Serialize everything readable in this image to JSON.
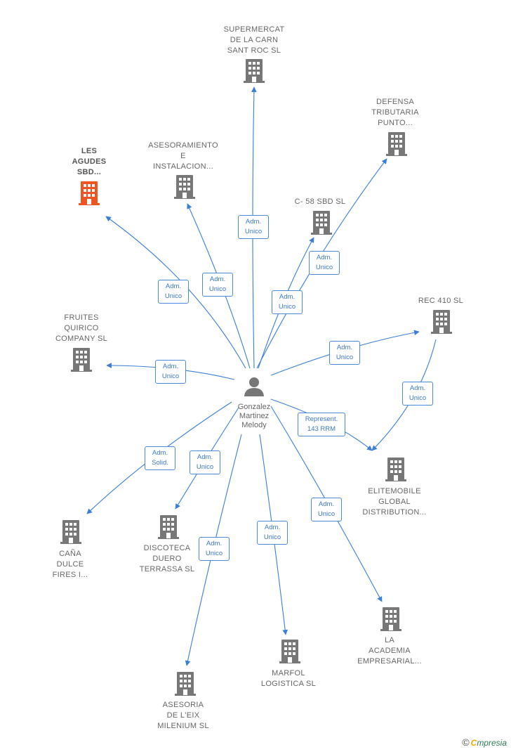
{
  "colors": {
    "building": "#777777",
    "highlight": "#ee5522",
    "edge": "#3a7fd5",
    "person": "#777777"
  },
  "center": {
    "label": "Gonzalez\nMartinez\nMelody",
    "icon": "person-icon"
  },
  "nodes": [
    {
      "id": "supermercat",
      "label": "SUPERMERCAT\nDE LA CARN\nSANT ROC  SL",
      "icon": "building-icon",
      "highlight": false
    },
    {
      "id": "defensa",
      "label": "DEFENSA\nTRIBUTARIA\nPUNTO...",
      "icon": "building-icon",
      "highlight": false
    },
    {
      "id": "les-agudes",
      "label": "LES\nAGUDES\nSBD...",
      "icon": "building-icon",
      "highlight": true
    },
    {
      "id": "asesoramiento",
      "label": "ASESORAMIENTO\nE\nINSTALACION...",
      "icon": "building-icon",
      "highlight": false
    },
    {
      "id": "c58",
      "label": "C- 58 SBD SL",
      "icon": "building-icon",
      "highlight": false
    },
    {
      "id": "rec410",
      "label": "REC 410 SL",
      "icon": "building-icon",
      "highlight": false
    },
    {
      "id": "fruites",
      "label": "FRUITES\nQUIRICO\nCOMPANY  SL",
      "icon": "building-icon",
      "highlight": false
    },
    {
      "id": "elitemobile",
      "label": "ELITEMOBILE\nGLOBAL\nDISTRIBUTION...",
      "icon": "building-icon",
      "highlight": false
    },
    {
      "id": "cana",
      "label": "CAÑA\nDULCE\nFIRES I...",
      "icon": "building-icon",
      "highlight": false
    },
    {
      "id": "discoteca",
      "label": "DISCOTECA\nDUERO\nTERRASSA  SL",
      "icon": "building-icon",
      "highlight": false
    },
    {
      "id": "la-academia",
      "label": "LA\nACADEMIA\nEMPRESARIAL...",
      "icon": "building-icon",
      "highlight": false
    },
    {
      "id": "marfol",
      "label": "MARFOL\nLOGISTICA  SL",
      "icon": "building-icon",
      "highlight": false
    },
    {
      "id": "asesoria",
      "label": "ASESORIA\nDE L'EIX\nMILENIUM SL",
      "icon": "building-icon",
      "highlight": false
    }
  ],
  "edges": [
    {
      "to": "supermercat",
      "label": "Adm.\nUnico"
    },
    {
      "to": "defensa",
      "label": "Adm.\nUnico"
    },
    {
      "to": "les-agudes",
      "label": "Adm.\nUnico"
    },
    {
      "to": "asesoramiento",
      "label": "Adm.\nUnico"
    },
    {
      "to": "c58",
      "label": "Adm.\nUnico"
    },
    {
      "to": "rec410",
      "label": "Adm.\nUnico"
    },
    {
      "to": "fruites",
      "label": "Adm.\nUnico"
    },
    {
      "to": "elitemobile",
      "label": "Represent.\n143 RRM"
    },
    {
      "from": "rec410",
      "to": "elitemobile",
      "label": "Adm.\nUnico"
    },
    {
      "to": "cana",
      "label": "Adm.\nSolid."
    },
    {
      "to": "discoteca",
      "label": "Adm.\nUnico"
    },
    {
      "to": "la-academia",
      "label": "Adm.\nUnico"
    },
    {
      "to": "marfol",
      "label": "Adm.\nUnico"
    },
    {
      "to": "asesoria",
      "label": "Adm.\nUnico"
    }
  ],
  "footer": {
    "copyright": "©",
    "brand_first": "C",
    "brand_rest": "mpresia"
  }
}
